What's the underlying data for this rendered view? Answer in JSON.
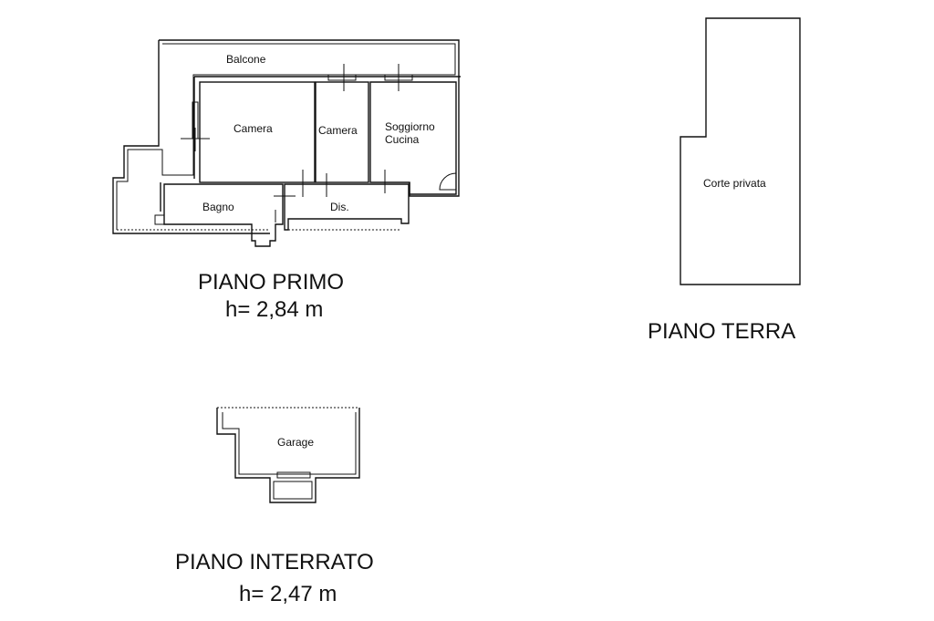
{
  "floors": {
    "primo": {
      "title": "PIANO PRIMO",
      "height": "h= 2,84 m",
      "rooms": {
        "balcone": "Balcone",
        "camera_1": "Camera",
        "camera_2": "Camera",
        "soggiorno_1": "Soggiorno",
        "soggiorno_2": "Cucina",
        "bagno": "Bagno",
        "dis": "Dis."
      }
    },
    "terra": {
      "title": "PIANO TERRA",
      "rooms": {
        "corte": "Corte privata"
      }
    },
    "interrato": {
      "title": "PIANO INTERRATO",
      "height": "h= 2,47 m",
      "rooms": {
        "garage": "Garage"
      }
    }
  }
}
